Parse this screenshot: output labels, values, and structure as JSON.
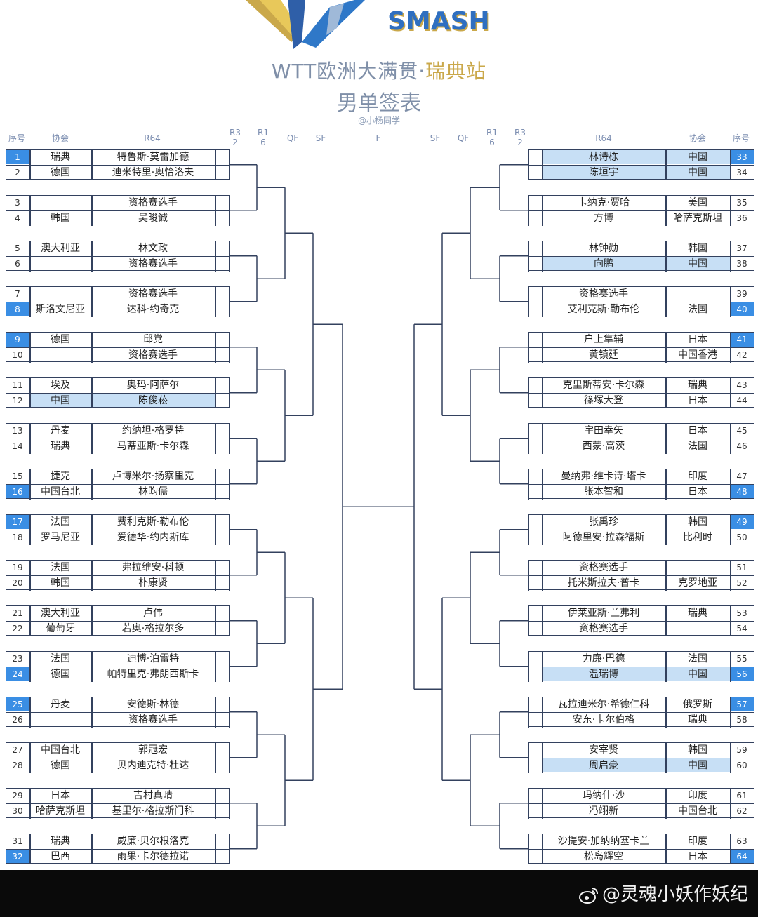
{
  "logo": {
    "text": "SMASH"
  },
  "title": {
    "main": "WTT欧洲大满贯·",
    "accent": "瑞典站"
  },
  "subtitle": "男单签表",
  "credit": "@小杨同学",
  "headers": {
    "seq": "序号",
    "assoc": "协会",
    "r64": "R64",
    "r32": "R3 2",
    "r16": "R1 6",
    "qf": "QF",
    "sf": "SF",
    "f": "F"
  },
  "colors": {
    "seed": "#3a8ee4",
    "highlight": "#c7dff5",
    "line": "#33415e"
  },
  "left_players": [
    {
      "seq": "1",
      "assoc": "瑞典",
      "name": "特鲁斯·莫雷加德",
      "seed": true,
      "hl": false
    },
    {
      "seq": "2",
      "assoc": "德国",
      "name": "迪米特里·奥恰洛夫",
      "seed": false,
      "hl": false
    },
    {
      "seq": "3",
      "assoc": "",
      "name": "资格赛选手",
      "seed": false,
      "hl": false
    },
    {
      "seq": "4",
      "assoc": "韩国",
      "name": "吴晙诚",
      "seed": false,
      "hl": false
    },
    {
      "seq": "5",
      "assoc": "澳大利亚",
      "name": "林文政",
      "seed": false,
      "hl": false
    },
    {
      "seq": "6",
      "assoc": "",
      "name": "资格赛选手",
      "seed": false,
      "hl": false
    },
    {
      "seq": "7",
      "assoc": "",
      "name": "资格赛选手",
      "seed": false,
      "hl": false
    },
    {
      "seq": "8",
      "assoc": "斯洛文尼亚",
      "name": "达科·约奇克",
      "seed": true,
      "hl": false
    },
    {
      "seq": "9",
      "assoc": "德国",
      "name": "邱党",
      "seed": true,
      "hl": false
    },
    {
      "seq": "10",
      "assoc": "",
      "name": "资格赛选手",
      "seed": false,
      "hl": false
    },
    {
      "seq": "11",
      "assoc": "埃及",
      "name": "奥玛·阿萨尔",
      "seed": false,
      "hl": false
    },
    {
      "seq": "12",
      "assoc": "中国",
      "name": "陈俊菘",
      "seed": false,
      "hl": true
    },
    {
      "seq": "13",
      "assoc": "丹麦",
      "name": "约纳坦·格罗特",
      "seed": false,
      "hl": false
    },
    {
      "seq": "14",
      "assoc": "瑞典",
      "name": "马蒂亚斯·卡尔森",
      "seed": false,
      "hl": false
    },
    {
      "seq": "15",
      "assoc": "捷克",
      "name": "卢博米尔·扬察里克",
      "seed": false,
      "hl": false
    },
    {
      "seq": "16",
      "assoc": "中国台北",
      "name": "林昀儒",
      "seed": true,
      "hl": false
    },
    {
      "seq": "17",
      "assoc": "法国",
      "name": "费利克斯·勒布伦",
      "seed": true,
      "hl": false
    },
    {
      "seq": "18",
      "assoc": "罗马尼亚",
      "name": "爱德华·约内斯库",
      "seed": false,
      "hl": false
    },
    {
      "seq": "19",
      "assoc": "法国",
      "name": "弗拉维安·科顿",
      "seed": false,
      "hl": false
    },
    {
      "seq": "20",
      "assoc": "韩国",
      "name": "朴康贤",
      "seed": false,
      "hl": false
    },
    {
      "seq": "21",
      "assoc": "澳大利亚",
      "name": "卢伟",
      "seed": false,
      "hl": false
    },
    {
      "seq": "22",
      "assoc": "葡萄牙",
      "name": "若奥·格拉尔多",
      "seed": false,
      "hl": false
    },
    {
      "seq": "23",
      "assoc": "法国",
      "name": "迪博·泊雷特",
      "seed": false,
      "hl": false
    },
    {
      "seq": "24",
      "assoc": "德国",
      "name": "帕特里克·弗朗西斯卡",
      "seed": true,
      "hl": false
    },
    {
      "seq": "25",
      "assoc": "丹麦",
      "name": "安德斯·林德",
      "seed": true,
      "hl": false
    },
    {
      "seq": "26",
      "assoc": "",
      "name": "资格赛选手",
      "seed": false,
      "hl": false
    },
    {
      "seq": "27",
      "assoc": "中国台北",
      "name": "郭冠宏",
      "seed": false,
      "hl": false
    },
    {
      "seq": "28",
      "assoc": "德国",
      "name": "贝内迪克特·杜达",
      "seed": false,
      "hl": false
    },
    {
      "seq": "29",
      "assoc": "日本",
      "name": "吉村真晴",
      "seed": false,
      "hl": false
    },
    {
      "seq": "30",
      "assoc": "哈萨克斯坦",
      "name": "基里尔·格拉斯门科",
      "seed": false,
      "hl": false
    },
    {
      "seq": "31",
      "assoc": "瑞典",
      "name": "威廉·贝尔根洛克",
      "seed": false,
      "hl": false
    },
    {
      "seq": "32",
      "assoc": "巴西",
      "name": "雨果·卡尔德拉诺",
      "seed": true,
      "hl": false
    }
  ],
  "right_players": [
    {
      "seq": "33",
      "assoc": "中国",
      "name": "林诗栋",
      "seed": true,
      "hl": true
    },
    {
      "seq": "34",
      "assoc": "中国",
      "name": "陈垣宇",
      "seed": false,
      "hl": true
    },
    {
      "seq": "35",
      "assoc": "美国",
      "name": "卡纳克·贾哈",
      "seed": false,
      "hl": false
    },
    {
      "seq": "36",
      "assoc": "哈萨克斯坦",
      "name": "方博",
      "seed": false,
      "hl": false
    },
    {
      "seq": "37",
      "assoc": "韩国",
      "name": "林钟勋",
      "seed": false,
      "hl": false
    },
    {
      "seq": "38",
      "assoc": "中国",
      "name": "向鹏",
      "seed": false,
      "hl": true
    },
    {
      "seq": "39",
      "assoc": "",
      "name": "资格赛选手",
      "seed": false,
      "hl": false
    },
    {
      "seq": "40",
      "assoc": "法国",
      "name": "艾利克斯·勒布伦",
      "seed": true,
      "hl": false
    },
    {
      "seq": "41",
      "assoc": "日本",
      "name": "户上隼辅",
      "seed": true,
      "hl": false
    },
    {
      "seq": "42",
      "assoc": "中国香港",
      "name": "黄镇廷",
      "seed": false,
      "hl": false
    },
    {
      "seq": "43",
      "assoc": "瑞典",
      "name": "克里斯蒂安·卡尔森",
      "seed": false,
      "hl": false
    },
    {
      "seq": "44",
      "assoc": "日本",
      "name": "篠塚大登",
      "seed": false,
      "hl": false
    },
    {
      "seq": "45",
      "assoc": "日本",
      "name": "宇田幸矢",
      "seed": false,
      "hl": false
    },
    {
      "seq": "46",
      "assoc": "法国",
      "name": "西蒙·高茨",
      "seed": false,
      "hl": false
    },
    {
      "seq": "47",
      "assoc": "印度",
      "name": "曼纳弗·维卡诗·塔卡",
      "seed": false,
      "hl": false
    },
    {
      "seq": "48",
      "assoc": "日本",
      "name": "张本智和",
      "seed": true,
      "hl": false
    },
    {
      "seq": "49",
      "assoc": "韩国",
      "name": "张禹珍",
      "seed": true,
      "hl": false
    },
    {
      "seq": "50",
      "assoc": "比利时",
      "name": "阿德里安·拉森福斯",
      "seed": false,
      "hl": false
    },
    {
      "seq": "51",
      "assoc": "",
      "name": "资格赛选手",
      "seed": false,
      "hl": false
    },
    {
      "seq": "52",
      "assoc": "克罗地亚",
      "name": "托米斯拉夫·普卡",
      "seed": false,
      "hl": false
    },
    {
      "seq": "53",
      "assoc": "瑞典",
      "name": "伊莱亚斯·兰弗利",
      "seed": false,
      "hl": false
    },
    {
      "seq": "54",
      "assoc": "",
      "name": "资格赛选手",
      "seed": false,
      "hl": false
    },
    {
      "seq": "55",
      "assoc": "法国",
      "name": "力廉·巴德",
      "seed": false,
      "hl": false
    },
    {
      "seq": "56",
      "assoc": "中国",
      "name": "温瑞博",
      "seed": true,
      "hl": true
    },
    {
      "seq": "57",
      "assoc": "俄罗斯",
      "name": "瓦拉迪米尔·希德仁科",
      "seed": true,
      "hl": false
    },
    {
      "seq": "58",
      "assoc": "瑞典",
      "name": "安东·卡尔伯格",
      "seed": false,
      "hl": false
    },
    {
      "seq": "59",
      "assoc": "韩国",
      "name": "安宰贤",
      "seed": false,
      "hl": false
    },
    {
      "seq": "60",
      "assoc": "中国",
      "name": "周启豪",
      "seed": false,
      "hl": true
    },
    {
      "seq": "61",
      "assoc": "印度",
      "name": "玛纳什·沙",
      "seed": false,
      "hl": false
    },
    {
      "seq": "62",
      "assoc": "中国台北",
      "name": "冯翊新",
      "seed": false,
      "hl": false
    },
    {
      "seq": "63",
      "assoc": "印度",
      "name": "沙提安·加纳纳塞卡兰",
      "seed": false,
      "hl": false
    },
    {
      "seq": "64",
      "assoc": "日本",
      "name": "松岛辉空",
      "seed": true,
      "hl": false
    }
  ],
  "watermark": "@灵魂小妖作妖纪"
}
